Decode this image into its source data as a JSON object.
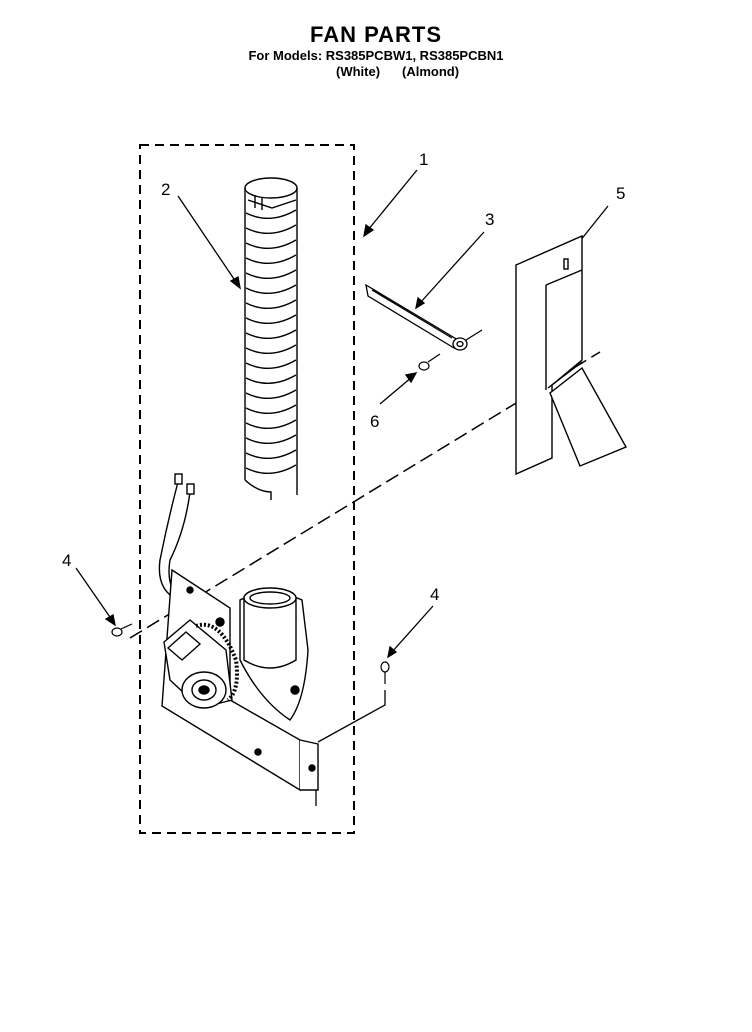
{
  "title": "FAN PARTS",
  "models_line": "For Models: RS385PCBW1, RS385PCBN1",
  "variants": [
    "(White)",
    "(Almond)"
  ],
  "callouts": {
    "c1": "1",
    "c2": "2",
    "c3": "3",
    "c4a": "4",
    "c4b": "4",
    "c5": "5",
    "c6": "6"
  }
}
